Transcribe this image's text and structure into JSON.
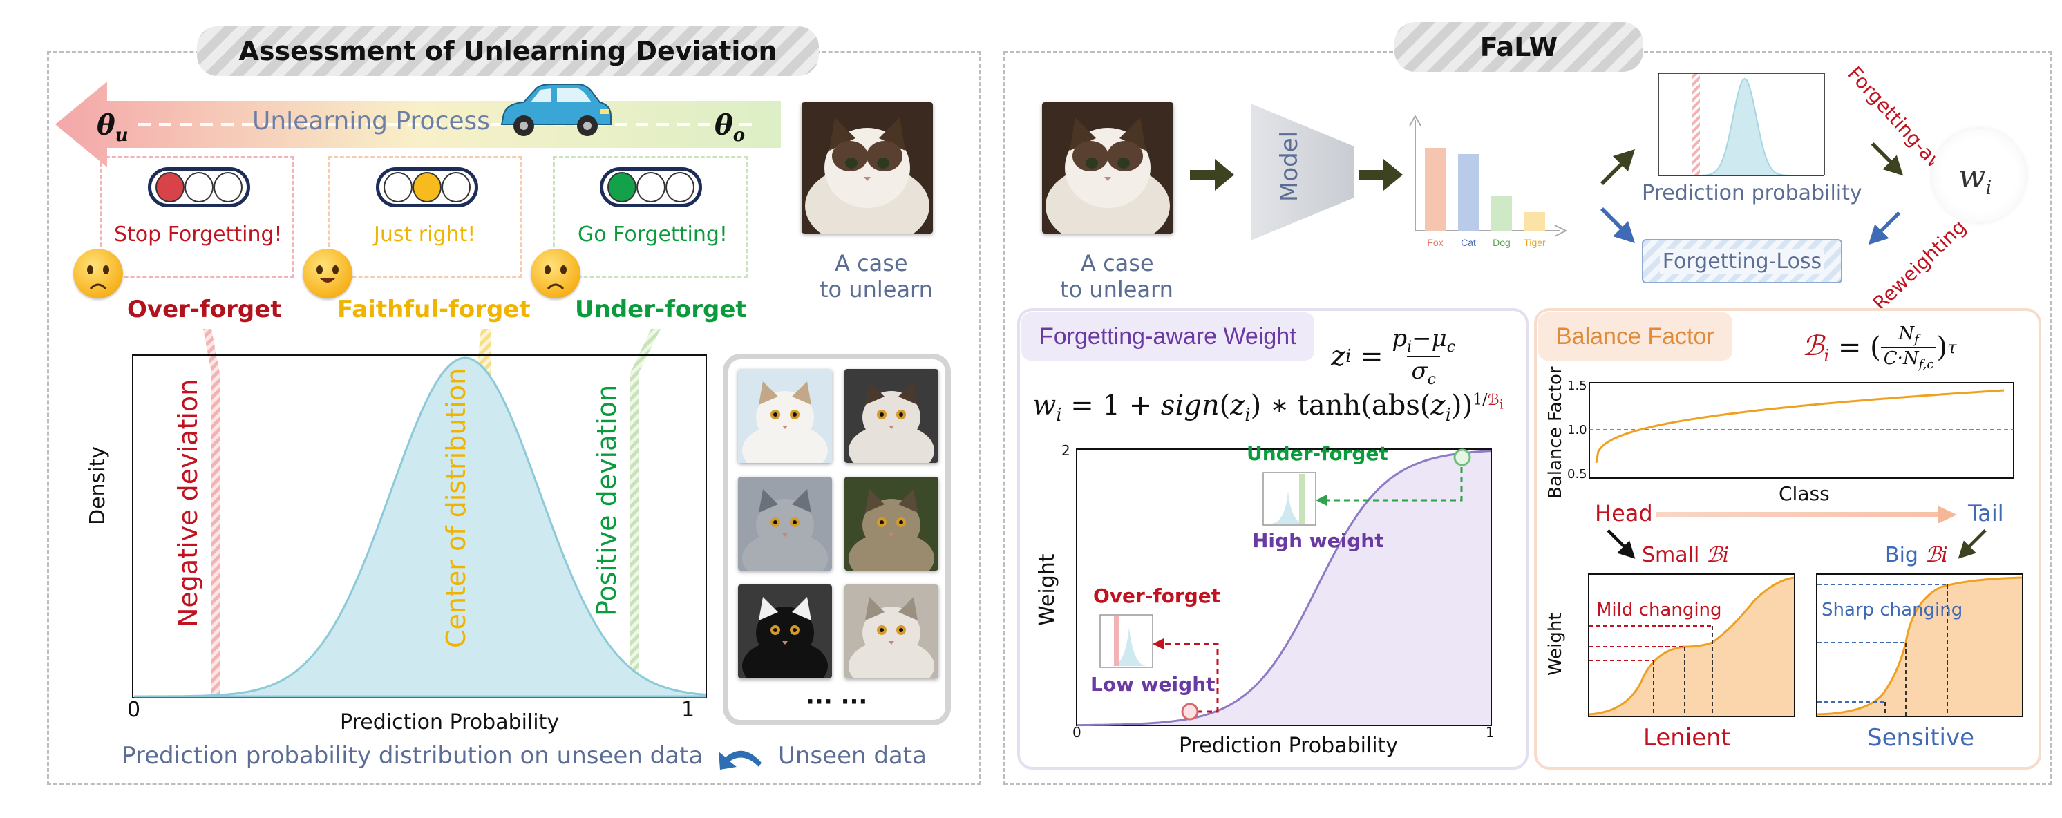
{
  "left_panel": {
    "title": "Assessment of Unlearning Deviation",
    "process_label": "Unlearning Process",
    "theta_u": "θu",
    "theta_o": "θo",
    "signals": [
      {
        "text": "Stop Forgetting!",
        "color": "#c1121f"
      },
      {
        "text": "Just right!",
        "color": "#f0b400"
      },
      {
        "text": "Go Forgetting!",
        "color": "#0a9b3c"
      }
    ],
    "categories": [
      {
        "text": "Over-forget",
        "color": "#b3121d"
      },
      {
        "text": "Faithful-forget",
        "color": "#f0b400"
      },
      {
        "text": "Under-forget",
        "color": "#0a9b3c"
      }
    ],
    "case_label_1": "A case",
    "case_label_2": "to unlearn",
    "chart": {
      "ylabel": "Density",
      "xlabel": "Prediction Probability",
      "x0": "0",
      "x1": "1",
      "neg_label": "Negative deviation",
      "center_label": "Center of distribution",
      "pos_label": "Positive deviation"
    },
    "ellipsis": "··· ···",
    "bottom_caption": "Prediction probability distribution on unseen data",
    "unseen_label": "Unseen data"
  },
  "right_panel": {
    "title": "FaLW",
    "case_label_1": "A case",
    "case_label_2": "to unlearn",
    "model_label": "Model",
    "bars": [
      {
        "label": "Fox",
        "value": 0.8,
        "color": "#f6c5b0",
        "label_color": "#e07a5f"
      },
      {
        "label": "Cat",
        "value": 0.74,
        "color": "#b9cbe9",
        "label_color": "#4a6fb5"
      },
      {
        "label": "Dog",
        "value": 0.34,
        "color": "#cfe8c6",
        "label_color": "#5aa356"
      },
      {
        "label": "Tiger",
        "value": 0.18,
        "color": "#fbe2a6",
        "label_color": "#e5a81a"
      }
    ],
    "pred_prob_label": "Prediction probability",
    "forgetting_loss_label": "Forgetting-Loss",
    "forgetting_aware_label": "Forgetting-aware",
    "reweighting_label": "Reweighting",
    "wi_label": "w",
    "wi_sub": "i",
    "fw_panel": {
      "header": "Forgetting-aware Weight",
      "ylabel": "Weight",
      "xlabel": "Prediction Probability",
      "y2": "2",
      "x0": "0",
      "x1": "1",
      "under_forget": "Under-forget",
      "high_weight": "High weight",
      "over_forget": "Over-forget",
      "low_weight": "Low weight"
    },
    "bf_panel": {
      "header": "Balance Factor",
      "ylabel": "Balance Factor",
      "xlabel": "Class",
      "yticks": [
        "1.5",
        "1.0",
        "0.5"
      ],
      "head": "Head",
      "tail": "Tail",
      "small_prefix": "Small",
      "big_prefix": "Big",
      "b_symbol": "ℬi",
      "weight_label": "Weight",
      "mild": "Mild changing",
      "sharp": "Sharp changing",
      "lenient": "Lenient",
      "sensitive": "Sensitive"
    }
  }
}
